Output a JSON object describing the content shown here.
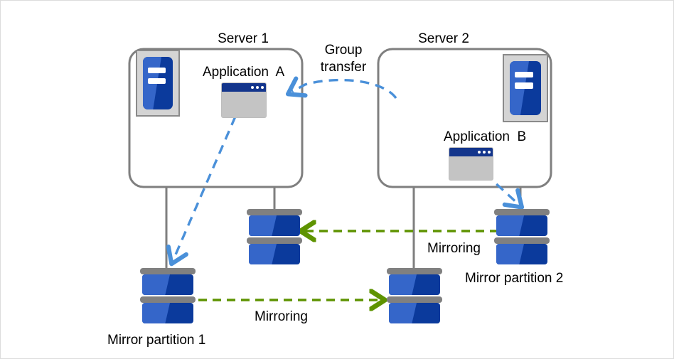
{
  "diagram": {
    "title": "Server mirroring and group transfer diagram",
    "background_color": "#ffffff",
    "border_color": "#dcdcdc"
  },
  "colors": {
    "server_box_border": "#7f7f7f",
    "connector_line": "#7f7f7f",
    "blue_arrow": "#4a90d9",
    "green_arrow": "#5e9300",
    "disk_blue_dark": "#0b3a9c",
    "disk_blue_light": "#3566c9",
    "disk_plate_gray": "#808080",
    "rack_frame_gray": "#8a8a8a",
    "rack_fill_gray": "#d4d4d4",
    "app_window_body": "#c4c4c4",
    "app_window_titlebar": "#13358c",
    "text": "#000000"
  },
  "servers": [
    {
      "id": "server-1",
      "label": "Server 1",
      "rack_icon": "server-rack-icon",
      "application": {
        "label": "Application  A",
        "icon": "application-window-icon"
      }
    },
    {
      "id": "server-2",
      "label": "Server 2",
      "rack_icon": "server-rack-icon",
      "application": {
        "label": "Application  B",
        "icon": "application-window-icon"
      }
    }
  ],
  "disks": [
    {
      "id": "disk-server1-secondary",
      "icon": "disk-stack-icon",
      "label": ""
    },
    {
      "id": "disk-mirror-partition-1",
      "icon": "disk-stack-icon",
      "label": "Mirror partition 1"
    },
    {
      "id": "disk-server2-secondary",
      "icon": "disk-stack-icon",
      "label": ""
    },
    {
      "id": "disk-mirror-partition-2",
      "icon": "disk-stack-icon",
      "label": "Mirror partition 2"
    }
  ],
  "labels": {
    "group_transfer_line1": "Group",
    "group_transfer_line2": "transfer",
    "mirroring_upper": "Mirroring",
    "mirroring_lower": "Mirroring",
    "mirror_partition_1": "Mirror partition 1",
    "mirror_partition_2": "Mirror partition 2"
  },
  "arrows": [
    {
      "id": "group-transfer-arrow",
      "label": "Group transfer",
      "style": "dashed-curved",
      "color": "#4a90d9",
      "direction": "right-to-left",
      "from": "server-2",
      "to": "server-1"
    },
    {
      "id": "app-a-to-mirror-partition-1-arrow",
      "style": "dashed",
      "color": "#4a90d9",
      "from": "Application A",
      "to": "Mirror partition 1"
    },
    {
      "id": "app-b-to-mirror-partition-2-arrow",
      "style": "dashed",
      "color": "#4a90d9",
      "from": "Application B",
      "to": "Mirror partition 2"
    },
    {
      "id": "mirroring-upper-arrow",
      "label": "Mirroring",
      "style": "dashed",
      "color": "#5e9300",
      "direction": "right-to-left",
      "from": "Mirror partition 2",
      "to": "disk-server1-secondary"
    },
    {
      "id": "mirroring-lower-arrow",
      "label": "Mirroring",
      "style": "dashed",
      "color": "#5e9300",
      "direction": "left-to-right",
      "from": "Mirror partition 1",
      "to": "disk-server2-secondary"
    }
  ]
}
